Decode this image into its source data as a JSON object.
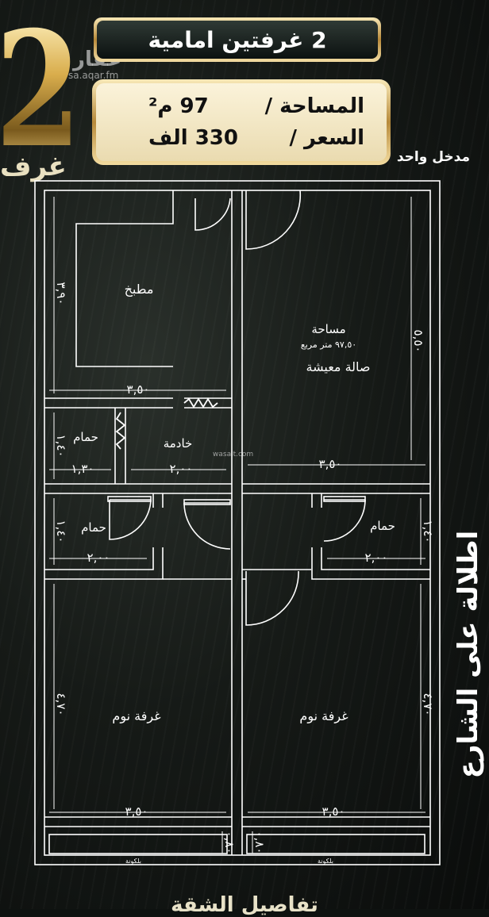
{
  "brand": {
    "big_number": "2",
    "side_word": "غرف",
    "watermark": "عقار",
    "watermark_url": "sa.aqar.fm",
    "wasalt_mark": "wasalt.com"
  },
  "header": {
    "title": "2 غرفتين امامية"
  },
  "price_box": {
    "area_label": "المساحة /",
    "area_value": "97 م²",
    "price_label": "السعر /",
    "price_value": "330 الف"
  },
  "entrance": "مدخل واحد",
  "street_view": "اطلالة على الشارع",
  "bottom_caption": "تفاصيل الشقة",
  "plan": {
    "rooms": {
      "kitchen": "مطبخ",
      "living": "صالة معيشة",
      "area_caption": "مساحة",
      "area_value": "٩٧,٥٠ متر مربع",
      "maid": "خادمة",
      "bath_1": "حمام",
      "bath_2": "حمام",
      "bath_3": "حمام",
      "bedroom_1": "غرفة نوم",
      "bedroom_2": "غرفة نوم",
      "balcony_1": "بلكونة",
      "balcony_2": "بلكونة"
    },
    "dims": {
      "kitchen_h": "٣,٩٠",
      "kitchen_w": "٣,٥٠",
      "living_h": "٥,٥٠",
      "living_w": "٣,٥٠",
      "bath1_h": "١,٤٠",
      "bath1_w": "١,٣٠",
      "maid_w": "٢,٠٠",
      "bath2_h": "١,٤٠",
      "bath2_w": "٢,٠٠",
      "bath3_h": "١,٤٠",
      "bath3_w": "٢,٠٠",
      "bed1_h": "٤,٧٠",
      "bed1_w": "٣,٥٠",
      "bed2_h": "٤,٧٠",
      "bed2_w": "٣,٥٠",
      "balc1_h": "٠,٨٠",
      "balc2_h": "٠,٨٠"
    }
  },
  "colors": {
    "gold": "#d9b560",
    "background": "#161a17",
    "line": "#ffffff"
  }
}
